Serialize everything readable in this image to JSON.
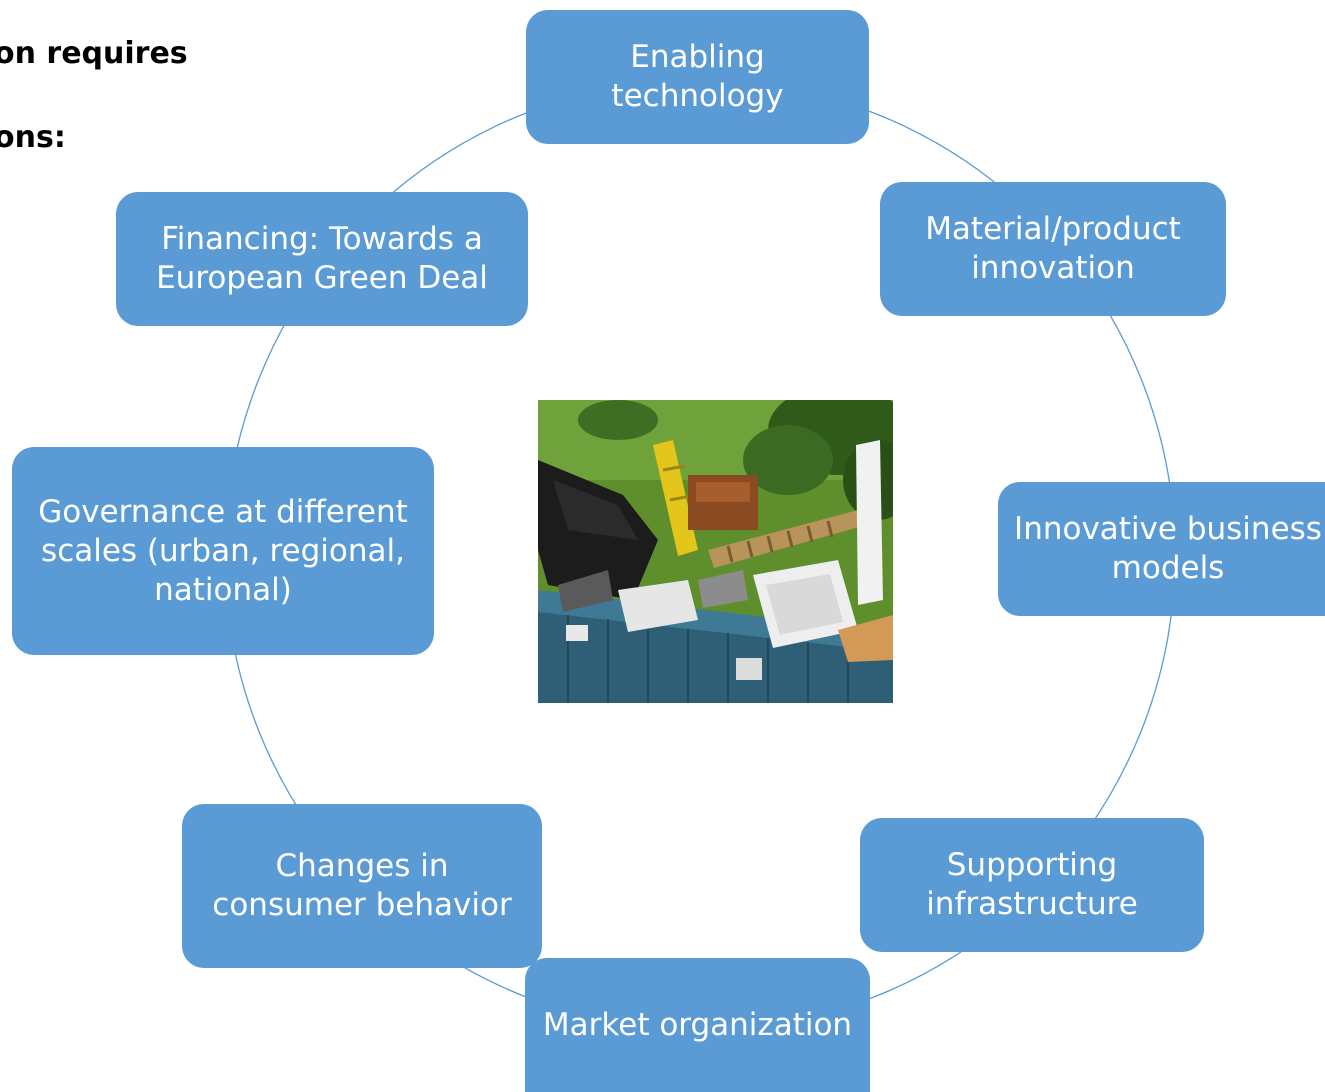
{
  "heading": {
    "line1": "on requires",
    "line2": "ons:"
  },
  "cycle": {
    "nodes": [
      {
        "id": "enabling-technology",
        "label": "Enabling technology"
      },
      {
        "id": "material-product",
        "label": "Material/product innovation"
      },
      {
        "id": "innovative-business",
        "label": "Innovative business models"
      },
      {
        "id": "supporting-infra",
        "label": "Supporting infrastructure"
      },
      {
        "id": "market-org",
        "label": "Market organization"
      },
      {
        "id": "consumer-behavior",
        "label": "Changes in consumer behavior"
      },
      {
        "id": "governance",
        "label": "Governance at different scales (urban, regional, national)"
      },
      {
        "id": "financing",
        "label": "Financing: Towards a European Green Deal"
      }
    ]
  },
  "center_image": {
    "subject": "dumpster-with-discarded-furniture-photo"
  },
  "colors": {
    "node_fill": "#5b9bd5",
    "node_text": "#ffffff",
    "ring_stroke": "#5b9bd5"
  }
}
